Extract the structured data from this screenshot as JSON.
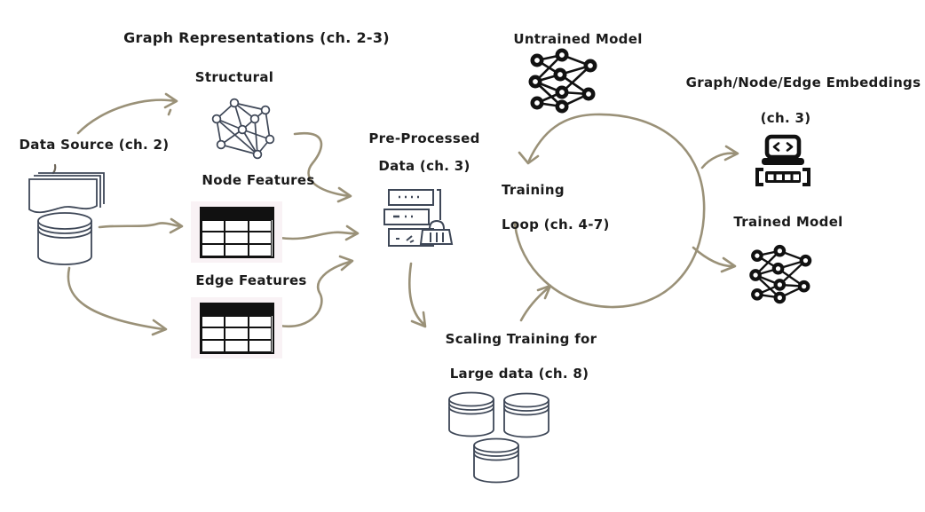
{
  "diagram": {
    "title": "Graph Representations (ch. 2-3)",
    "nodes": {
      "data_source": {
        "label": "Data Source (ch. 2)"
      },
      "structural": {
        "label": "Structural"
      },
      "node_features": {
        "label": "Node Features"
      },
      "edge_features": {
        "label": "Edge Features"
      },
      "preprocessed": {
        "line1": "Pre-Processed",
        "line2": "Data (ch. 3)"
      },
      "untrained_model": {
        "label": "Untrained Model"
      },
      "training_loop": {
        "line1": "Training",
        "line2": "Loop (ch. 4-7)"
      },
      "embeddings": {
        "line1": "Graph/Node/Edge Embeddings",
        "line2": "(ch. 3)"
      },
      "trained_model": {
        "label": "Trained Model"
      },
      "scaling": {
        "line1": "Scaling Training for",
        "line2": "Large data (ch. 8)"
      }
    },
    "icons": {
      "data_source": [
        "documents-icon",
        "database-icon"
      ],
      "structural": "network-graph-icon",
      "node_features": "table-icon",
      "edge_features": "table-icon",
      "preprocessed": "server-broom-icon",
      "untrained_model": "neural-network-icon",
      "trained_model": "neural-network-icon",
      "embeddings": "laptop-code-vector-icon",
      "scaling": [
        "database-icon",
        "database-icon",
        "database-icon"
      ]
    },
    "colors": {
      "arrow": "#9a9178",
      "icon_outline": "#3e4757",
      "icon_bold": "#111111",
      "table_bg": "#f9f2f5",
      "text": "#1b1b1b",
      "background": "#ffffff"
    }
  }
}
